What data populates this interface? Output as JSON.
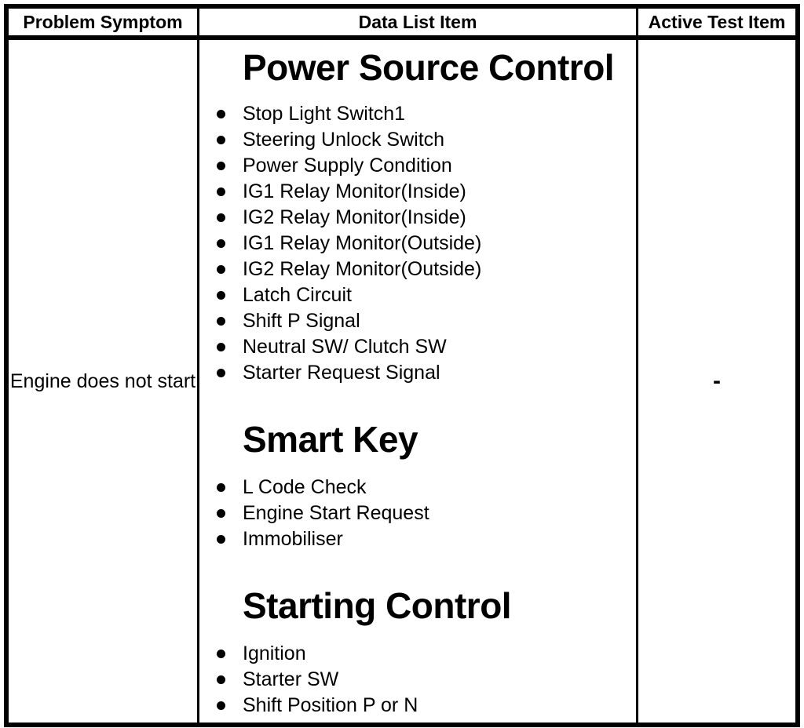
{
  "colors": {
    "border": "#000000",
    "background": "#ffffff",
    "text": "#000000"
  },
  "table": {
    "headers": [
      "Problem Symptom",
      "Data List Item",
      "Active Test Item"
    ],
    "row": {
      "problem_symptom": "Engine does not start",
      "active_test_item": "-",
      "sections": [
        {
          "heading": "Power Source Control",
          "items": [
            "Stop Light Switch1",
            "Steering Unlock Switch",
            "Power Supply Condition",
            "IG1 Relay Monitor(Inside)",
            "IG2 Relay Monitor(Inside)",
            "IG1 Relay Monitor(Outside)",
            "IG2 Relay Monitor(Outside)",
            "Latch Circuit",
            "Shift P Signal",
            "Neutral SW/ Clutch SW",
            "Starter Request Signal"
          ]
        },
        {
          "heading": "Smart Key",
          "items": [
            "L Code Check",
            "Engine Start Request",
            "Immobiliser"
          ]
        },
        {
          "heading": "Starting Control",
          "items": [
            "Ignition",
            "Starter SW",
            "Shift Position P or N"
          ]
        }
      ]
    }
  }
}
